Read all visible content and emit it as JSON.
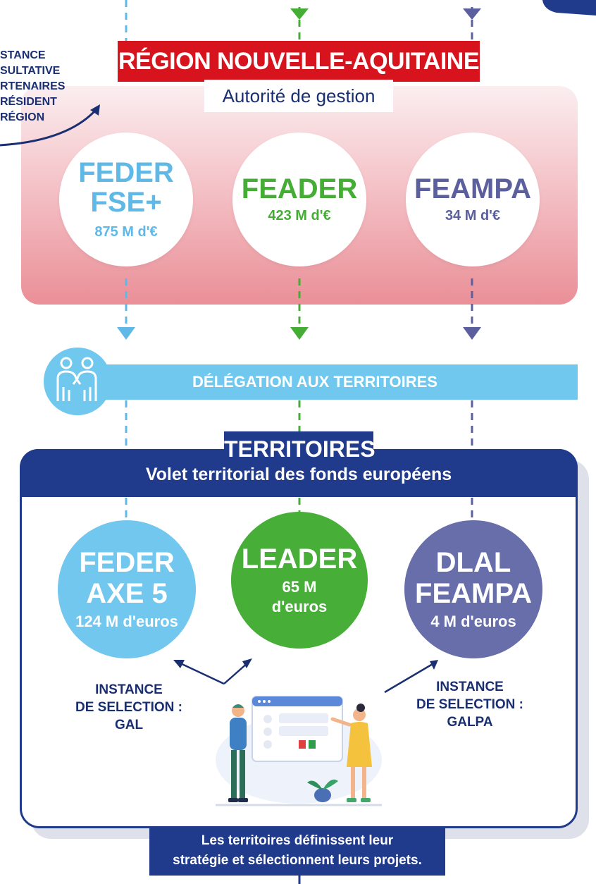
{
  "region": {
    "banner": "RÉGION NOUVELLE-AQUITAINE",
    "authority": "Autorité de gestion",
    "funds": [
      {
        "title_lines": [
          "FEDER",
          "FSE+"
        ],
        "amount": "875 M d'€",
        "color": "#5fb8e6"
      },
      {
        "title_lines": [
          "FEADER"
        ],
        "amount": "423 M d'€",
        "color": "#45ad35"
      },
      {
        "title_lines": [
          "FEAMPA"
        ],
        "amount": "34 M d'€",
        "color": "#5b5f9e"
      }
    ]
  },
  "left_fragment": {
    "lines": [
      "STANCE",
      "SULTATIVE",
      "RTENAIRES",
      "RÉSIDENT",
      "RÉGION"
    ]
  },
  "delegation": {
    "label": "DÉLÉGATION AUX TERRITOIRES"
  },
  "territories": {
    "title": "TERRITOIRES",
    "subtitle": "Volet territorial des fonds européens",
    "funds": [
      {
        "title_lines": [
          "FEDER",
          "AXE 5"
        ],
        "amount_lines": [
          "124 M d'euros"
        ],
        "color": "#71c7ee"
      },
      {
        "title_lines": [
          "LEADER"
        ],
        "amount_lines": [
          "65 M",
          "d'euros"
        ],
        "color": "#47ae38"
      },
      {
        "title_lines": [
          "DLAL",
          "FEAMPA"
        ],
        "amount_lines": [
          "4 M d'euros"
        ],
        "color": "#676ea9"
      }
    ],
    "instances": [
      {
        "lines": [
          "INSTANCE",
          "DE SELECTION :",
          "GAL"
        ]
      },
      {
        "lines": [
          "INSTANCE",
          "DE SELECTION :",
          "GALPA"
        ]
      }
    ],
    "footer_lines": [
      "Les territoires définissent leur",
      "stratégie et sélectionnent leurs projets."
    ]
  },
  "colors": {
    "navy": "#203a8c",
    "red": "#d7131d",
    "light_blue": "#70c8ef",
    "green": "#45ad35",
    "purple": "#5b5f9e"
  }
}
